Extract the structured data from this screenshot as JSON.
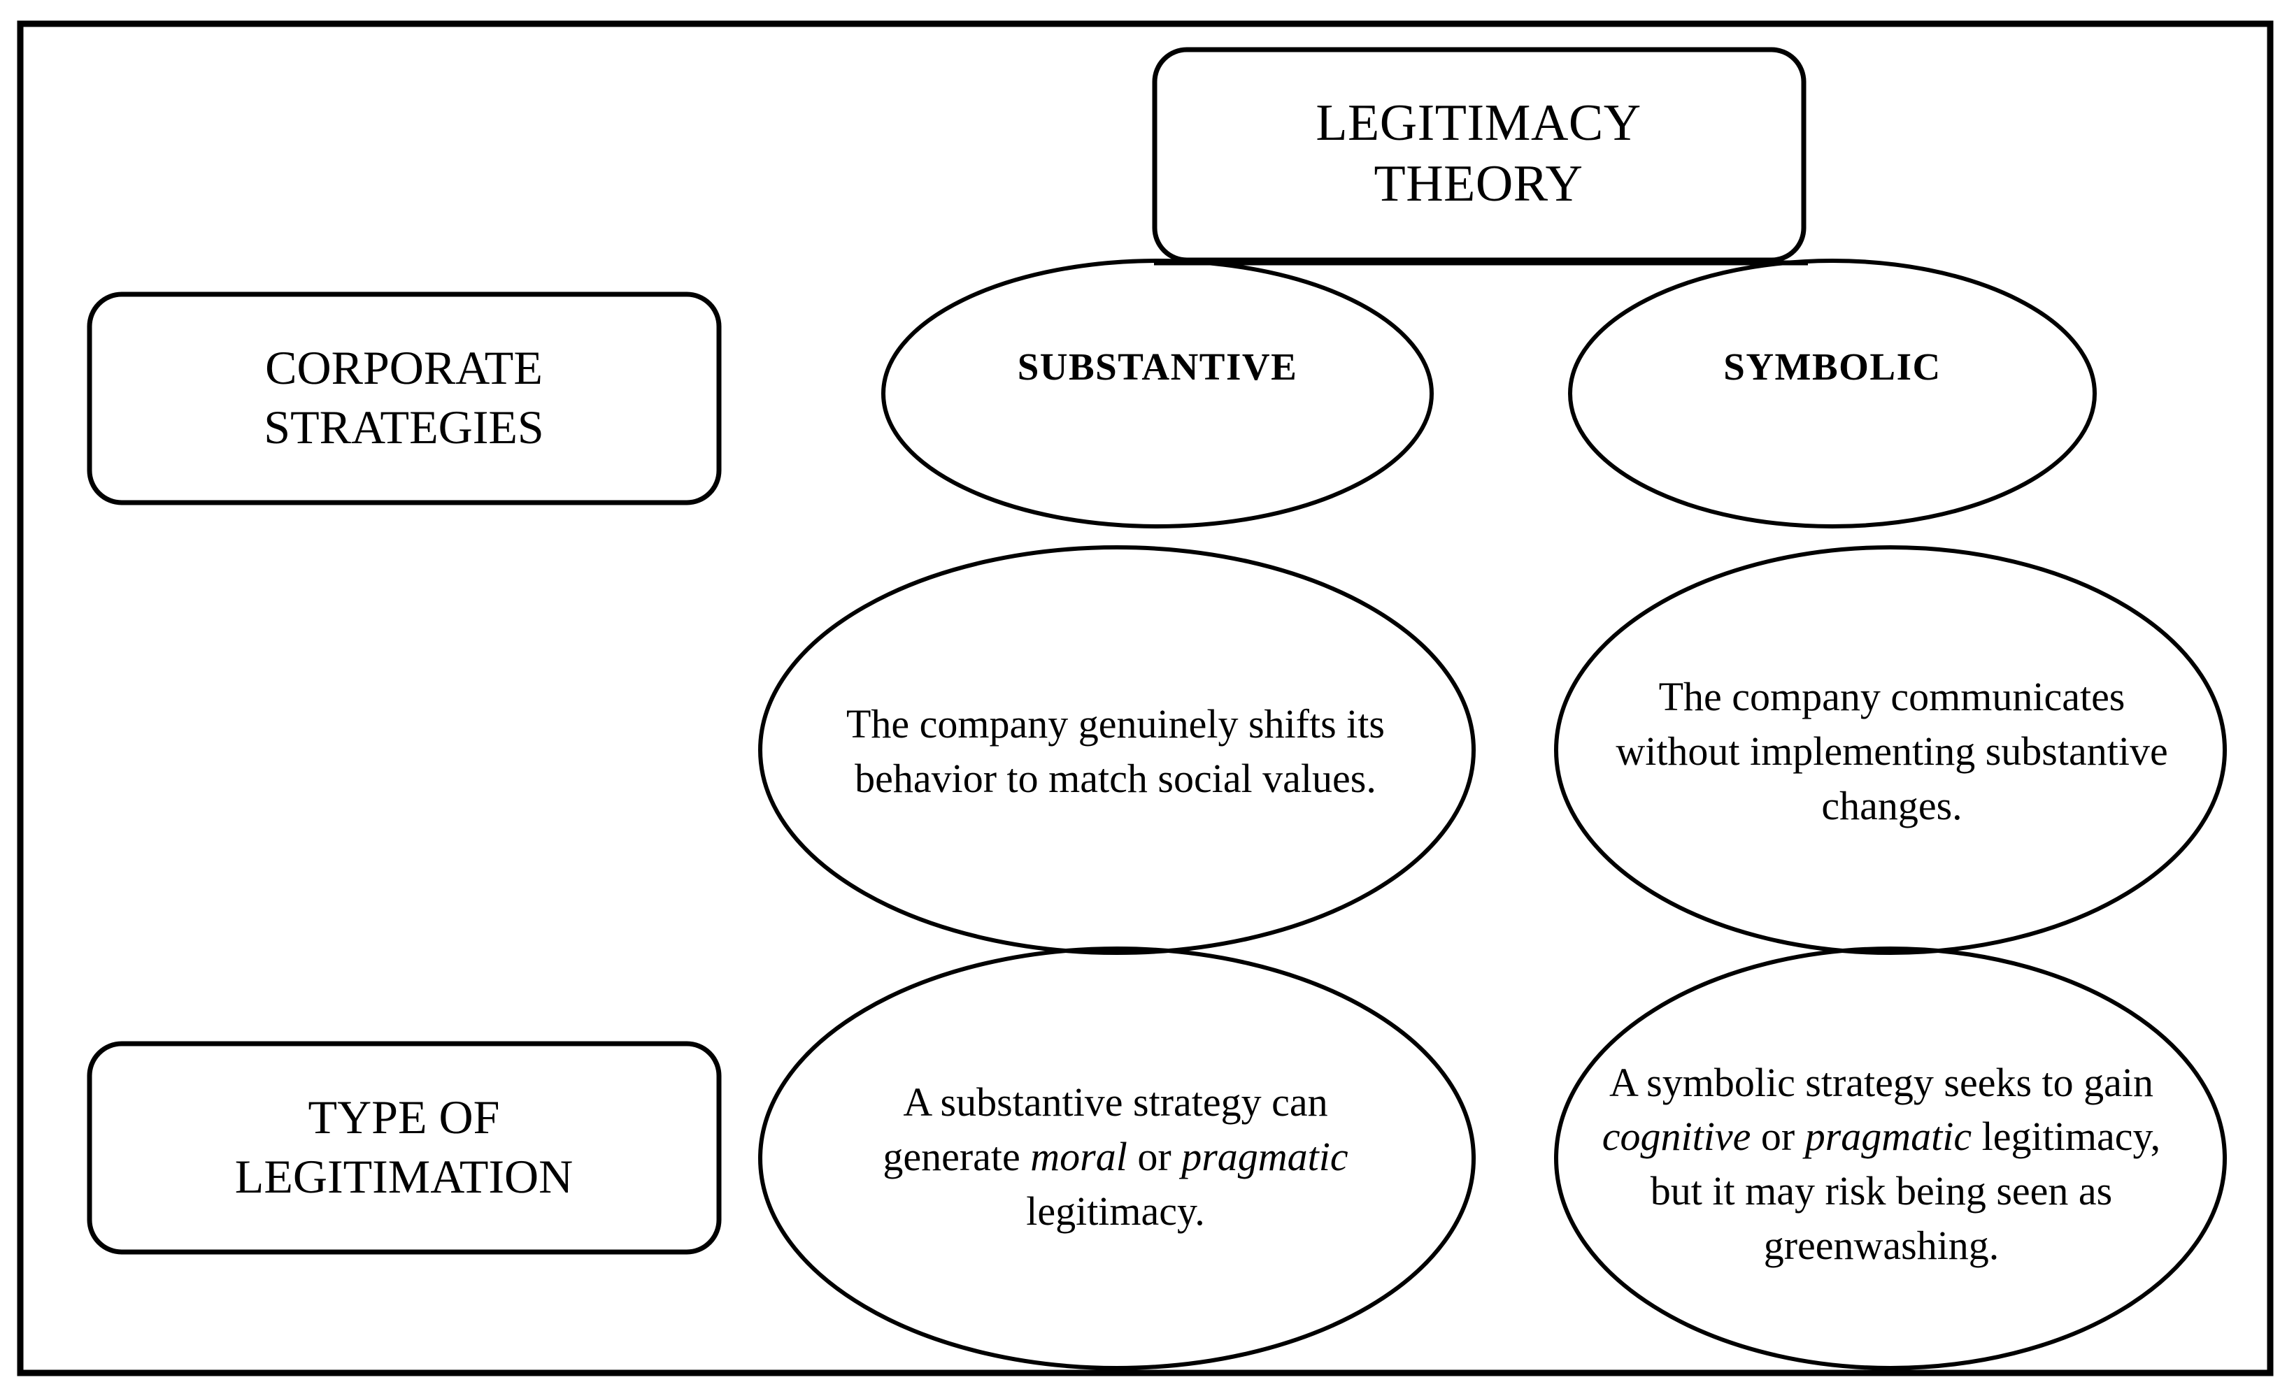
{
  "figure": {
    "kind": "concept-diagram",
    "title": "LEGITIMACY\nTHEORY",
    "title_line1": "LEGITIMACY",
    "title_line2": "THEORY",
    "frame_color": "#000000",
    "background_color": "#ffffff"
  },
  "row_labels": {
    "corporate_strategies": "CORPORATE\nSTRATEGIES",
    "corporate_strategies_line1": "CORPORATE",
    "corporate_strategies_line2": "STRATEGIES",
    "type_of_legitimation": "TYPE OF\nLEGITIMATION",
    "type_of_legitimation_line1": "TYPE OF",
    "type_of_legitimation_line2": "LEGITIMATION"
  },
  "columns": [
    {
      "id": "substantive",
      "heading": "SUBSTANTIVE",
      "description": "The company genuinely shifts its behavior to match social values.",
      "description_plain": "The company genuinely shifts its behavior to match social values.",
      "legitimation": "A substantive strategy can generate moral or pragmatic legitimacy.",
      "legitimation_parts": [
        {
          "text": "A substantive strategy can generate ",
          "italic": false
        },
        {
          "text": "moral",
          "italic": true
        },
        {
          "text": " or ",
          "italic": false
        },
        {
          "text": "pragmatic",
          "italic": true
        },
        {
          "text": " legitimacy.",
          "italic": false
        }
      ]
    },
    {
      "id": "symbolic",
      "heading": "SYMBOLIC",
      "description": "The company communicates without implementing substantive changes.",
      "description_plain": "The company communicates without implementing substantive changes.",
      "legitimation": "A symbolic strategy seeks to gain cognitive or pragmatic legitimacy, but it may risk being seen as greenwashing.",
      "legitimation_parts": [
        {
          "text": "A symbolic strategy seeks to gain ",
          "italic": false
        },
        {
          "text": "cognitive",
          "italic": true
        },
        {
          "text": " or ",
          "italic": false
        },
        {
          "text": "pragmatic",
          "italic": true
        },
        {
          "text": " legitimacy, but it may risk being seen as greenwashing.",
          "italic": false
        }
      ]
    }
  ]
}
